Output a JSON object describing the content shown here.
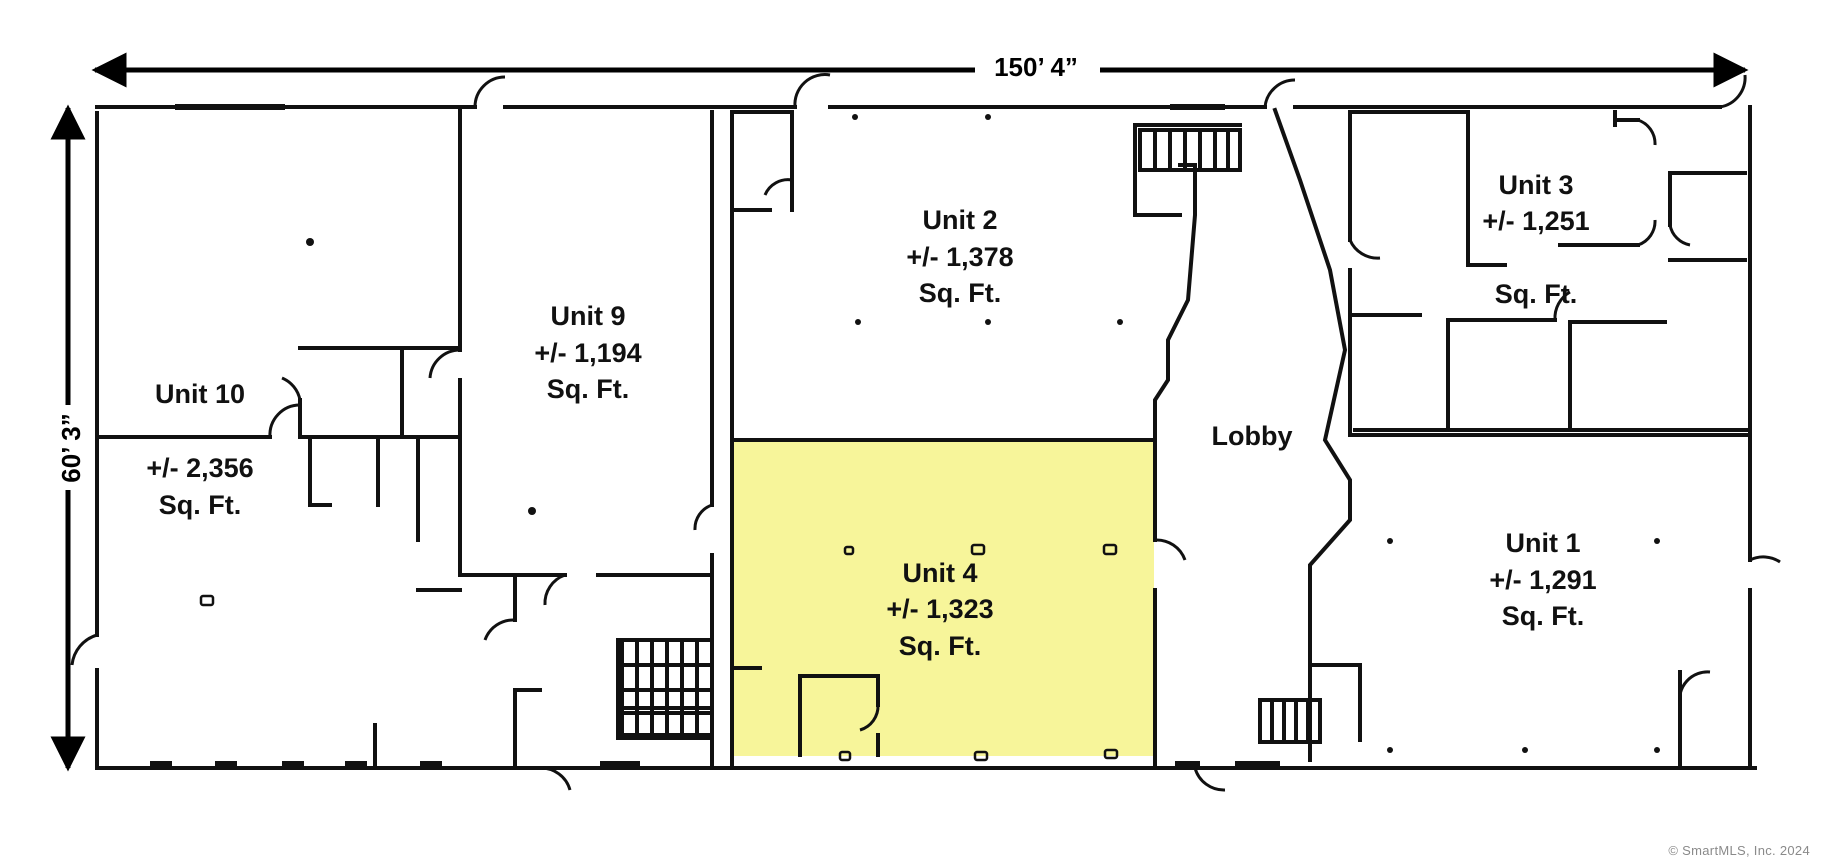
{
  "dimensions": {
    "width_label": "150’ 4”",
    "height_label": "60’ 3”"
  },
  "units": [
    {
      "id": "unit-10",
      "name": "Unit 10",
      "area": "+/- 2,356",
      "unit": "Sq. Ft.",
      "highlighted": false
    },
    {
      "id": "unit-9",
      "name": "Unit 9",
      "area": "+/- 1,194",
      "unit": "Sq. Ft.",
      "highlighted": false
    },
    {
      "id": "unit-2",
      "name": "Unit 2",
      "area": "+/- 1,378",
      "unit": "Sq. Ft.",
      "highlighted": false
    },
    {
      "id": "unit-4",
      "name": "Unit 4",
      "area": "+/- 1,323",
      "unit": "Sq. Ft.",
      "highlighted": true
    },
    {
      "id": "unit-3",
      "name": "Unit 3",
      "area": "+/- 1,251",
      "unit": "Sq. Ft.",
      "highlighted": false
    },
    {
      "id": "unit-1",
      "name": "Unit 1",
      "area": "+/- 1,291",
      "unit": "Sq. Ft.",
      "highlighted": false
    }
  ],
  "lobby": {
    "label": "Lobby"
  },
  "highlight_color": "#f7f59a",
  "copyright": "© SmartMLS, Inc. 2024"
}
